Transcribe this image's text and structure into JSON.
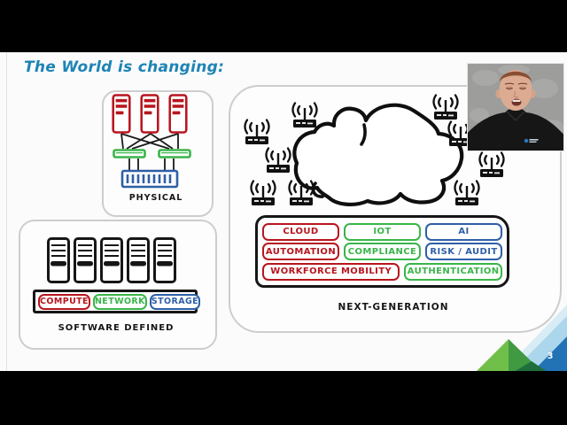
{
  "slide": {
    "title": "The World is changing:",
    "page_number": "3",
    "colors": {
      "title_blue": "#1d84b5",
      "accent_red": "#b8151e",
      "accent_green": "#3ab54a",
      "accent_blue": "#2e5fa7",
      "ink_black": "#161616",
      "corner_light_green": "#70bf4a",
      "corner_dark_green": "#3f9a42",
      "corner_light_blue": "#abd6ec",
      "corner_dark_blue": "#2173b5"
    }
  },
  "physical": {
    "label": "PHYSICAL"
  },
  "software_defined": {
    "label": "SOFTWARE DEFINED",
    "chips": [
      {
        "label": "COMPUTE",
        "color": "#b8151e"
      },
      {
        "label": "NETWORK",
        "color": "#3ab54a"
      },
      {
        "label": "STORAGE",
        "color": "#2e5fa7"
      }
    ]
  },
  "next_generation": {
    "label": "NEXT-GENERATION",
    "rows": [
      [
        {
          "label": "CLOUD",
          "color": "#b8151e"
        },
        {
          "label": "IOT",
          "color": "#3ab54a"
        },
        {
          "label": "AI",
          "color": "#2e5fa7"
        }
      ],
      [
        {
          "label": "AUTOMATION",
          "color": "#b8151e"
        },
        {
          "label": "COMPLIANCE",
          "color": "#3ab54a"
        },
        {
          "label": "RISK / AUDIT",
          "color": "#2e5fa7"
        }
      ],
      [
        {
          "label": "WORKFORCE MOBILITY",
          "color": "#b8151e"
        },
        {
          "label": "AUTHENTICATION",
          "color": "#3ab54a"
        }
      ]
    ]
  }
}
